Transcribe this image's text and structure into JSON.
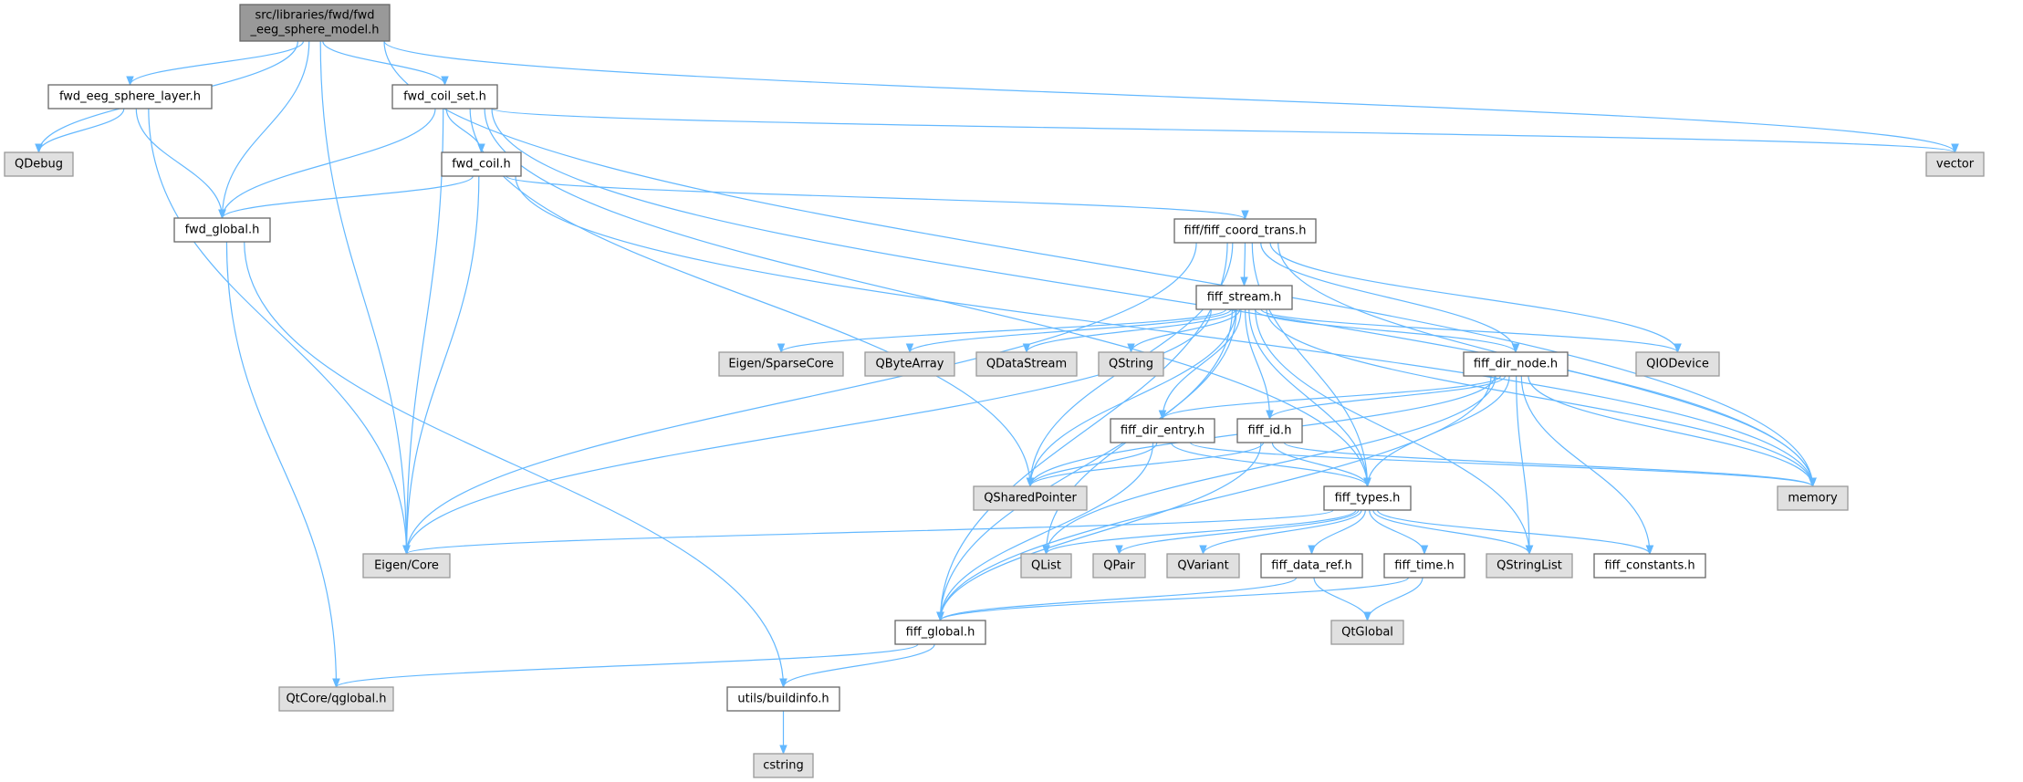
{
  "title": "src/libraries/fwd/fwd_eeg_sphere_model.h",
  "colors": {
    "edge": "#63b8ff",
    "root_fill": "#999999",
    "external_fill": "#e0e0e0",
    "local_fill": "#ffffff"
  },
  "nodes": [
    {
      "id": "root",
      "kind": "root",
      "lines": [
        "src/libraries/fwd/fwd",
        "_eeg_sphere_model.h"
      ]
    },
    {
      "id": "fwd_eeg_sphere_layer",
      "kind": "local",
      "label": "fwd_eeg_sphere_layer.h"
    },
    {
      "id": "QDebug",
      "kind": "external",
      "label": "QDebug"
    },
    {
      "id": "fwd_coil_set",
      "kind": "local",
      "label": "fwd_coil_set.h"
    },
    {
      "id": "fwd_coil",
      "kind": "local",
      "label": "fwd_coil.h"
    },
    {
      "id": "fwd_global",
      "kind": "local",
      "label": "fwd_global.h"
    },
    {
      "id": "vector",
      "kind": "external",
      "label": "vector"
    },
    {
      "id": "fiff_coord_trans",
      "kind": "local",
      "label": "fiff/fiff_coord_trans.h"
    },
    {
      "id": "fiff_stream",
      "kind": "local",
      "label": "fiff_stream.h"
    },
    {
      "id": "Eigen_SparseCore",
      "kind": "external",
      "label": "Eigen/SparseCore"
    },
    {
      "id": "QByteArray",
      "kind": "external",
      "label": "QByteArray"
    },
    {
      "id": "QDataStream",
      "kind": "external",
      "label": "QDataStream"
    },
    {
      "id": "QString",
      "kind": "external",
      "label": "QString"
    },
    {
      "id": "fiff_dir_node",
      "kind": "local",
      "label": "fiff_dir_node.h"
    },
    {
      "id": "QIODevice",
      "kind": "external",
      "label": "QIODevice"
    },
    {
      "id": "fiff_dir_entry",
      "kind": "local",
      "label": "fiff_dir_entry.h"
    },
    {
      "id": "fiff_id",
      "kind": "local",
      "label": "fiff_id.h"
    },
    {
      "id": "QSharedPointer",
      "kind": "external",
      "label": "QSharedPointer"
    },
    {
      "id": "fiff_types",
      "kind": "local",
      "label": "fiff_types.h"
    },
    {
      "id": "memory",
      "kind": "external",
      "label": "memory"
    },
    {
      "id": "Eigen_Core",
      "kind": "external",
      "label": "Eigen/Core"
    },
    {
      "id": "QList",
      "kind": "external",
      "label": "QList"
    },
    {
      "id": "QPair",
      "kind": "external",
      "label": "QPair"
    },
    {
      "id": "QVariant",
      "kind": "external",
      "label": "QVariant"
    },
    {
      "id": "fiff_data_ref",
      "kind": "local",
      "label": "fiff_data_ref.h"
    },
    {
      "id": "fiff_time",
      "kind": "local",
      "label": "fiff_time.h"
    },
    {
      "id": "QStringList",
      "kind": "external",
      "label": "QStringList"
    },
    {
      "id": "fiff_constants",
      "kind": "local",
      "label": "fiff_constants.h"
    },
    {
      "id": "fiff_global",
      "kind": "local",
      "label": "fiff_global.h"
    },
    {
      "id": "QtGlobal",
      "kind": "external",
      "label": "QtGlobal"
    },
    {
      "id": "QtCore_qglobal",
      "kind": "external",
      "label": "QtCore/qglobal.h"
    },
    {
      "id": "utils_buildinfo",
      "kind": "local",
      "label": "utils/buildinfo.h"
    },
    {
      "id": "cstring",
      "kind": "external",
      "label": "cstring"
    }
  ],
  "edges": [
    [
      "root",
      "QDebug"
    ],
    [
      "root",
      "fwd_eeg_sphere_layer"
    ],
    [
      "root",
      "fwd_global"
    ],
    [
      "root",
      "Eigen_Core"
    ],
    [
      "root",
      "fwd_coil_set"
    ],
    [
      "root",
      "vector"
    ],
    [
      "root",
      "memory"
    ],
    [
      "fwd_eeg_sphere_layer",
      "QDebug"
    ],
    [
      "fwd_eeg_sphere_layer",
      "fwd_global"
    ],
    [
      "fwd_eeg_sphere_layer",
      "Eigen_Core"
    ],
    [
      "fwd_coil_set",
      "fwd_global"
    ],
    [
      "fwd_coil_set",
      "Eigen_Core"
    ],
    [
      "fwd_coil_set",
      "QSharedPointer"
    ],
    [
      "fwd_coil_set",
      "fwd_coil"
    ],
    [
      "fwd_coil_set",
      "vector"
    ],
    [
      "fwd_coil_set",
      "fiff_types"
    ],
    [
      "fwd_coil_set",
      "memory"
    ],
    [
      "fwd_coil",
      "fwd_global"
    ],
    [
      "fwd_coil",
      "Eigen_Core"
    ],
    [
      "fwd_coil",
      "fiff_coord_trans"
    ],
    [
      "fwd_coil",
      "memory"
    ],
    [
      "fwd_global",
      "QtCore_qglobal"
    ],
    [
      "fwd_global",
      "utils_buildinfo"
    ],
    [
      "fiff_coord_trans",
      "fiff_stream"
    ],
    [
      "fiff_coord_trans",
      "Eigen_Core"
    ],
    [
      "fiff_coord_trans",
      "fiff_global"
    ],
    [
      "fiff_coord_trans",
      "QSharedPointer"
    ],
    [
      "fiff_coord_trans",
      "fiff_dir_node"
    ],
    [
      "fiff_coord_trans",
      "QIODevice"
    ],
    [
      "fiff_coord_trans",
      "fiff_types"
    ],
    [
      "fiff_coord_trans",
      "memory"
    ],
    [
      "fiff_stream",
      "Eigen_Core"
    ],
    [
      "fiff_stream",
      "fiff_global"
    ],
    [
      "fiff_stream",
      "Eigen_SparseCore"
    ],
    [
      "fiff_stream",
      "QByteArray"
    ],
    [
      "fiff_stream",
      "QDataStream"
    ],
    [
      "fiff_stream",
      "QString"
    ],
    [
      "fiff_stream",
      "QSharedPointer"
    ],
    [
      "fiff_stream",
      "QList"
    ],
    [
      "fiff_stream",
      "fiff_dir_entry"
    ],
    [
      "fiff_stream",
      "fiff_id"
    ],
    [
      "fiff_stream",
      "fiff_types"
    ],
    [
      "fiff_stream",
      "QStringList"
    ],
    [
      "fiff_stream",
      "fiff_dir_node"
    ],
    [
      "fiff_stream",
      "QIODevice"
    ],
    [
      "fiff_stream",
      "memory"
    ],
    [
      "fiff_dir_node",
      "fiff_dir_entry"
    ],
    [
      "fiff_dir_node",
      "fiff_id"
    ],
    [
      "fiff_dir_node",
      "fiff_types"
    ],
    [
      "fiff_dir_node",
      "QSharedPointer"
    ],
    [
      "fiff_dir_node",
      "QList"
    ],
    [
      "fiff_dir_node",
      "QStringList"
    ],
    [
      "fiff_dir_node",
      "fiff_constants"
    ],
    [
      "fiff_dir_node",
      "fiff_global"
    ],
    [
      "fiff_dir_node",
      "memory"
    ],
    [
      "fiff_dir_entry",
      "QSharedPointer"
    ],
    [
      "fiff_dir_entry",
      "fiff_types"
    ],
    [
      "fiff_dir_entry",
      "fiff_global"
    ],
    [
      "fiff_dir_entry",
      "memory"
    ],
    [
      "fiff_id",
      "QSharedPointer"
    ],
    [
      "fiff_id",
      "fiff_types"
    ],
    [
      "fiff_id",
      "fiff_global"
    ],
    [
      "fiff_id",
      "memory"
    ],
    [
      "fiff_types",
      "Eigen_Core"
    ],
    [
      "fiff_types",
      "QList"
    ],
    [
      "fiff_types",
      "QPair"
    ],
    [
      "fiff_types",
      "QVariant"
    ],
    [
      "fiff_types",
      "fiff_data_ref"
    ],
    [
      "fiff_types",
      "fiff_time"
    ],
    [
      "fiff_types",
      "QStringList"
    ],
    [
      "fiff_types",
      "fiff_constants"
    ],
    [
      "fiff_data_ref",
      "fiff_global"
    ],
    [
      "fiff_data_ref",
      "QtGlobal"
    ],
    [
      "fiff_time",
      "fiff_global"
    ],
    [
      "fiff_time",
      "QtGlobal"
    ],
    [
      "fiff_global",
      "QtCore_qglobal"
    ],
    [
      "fiff_global",
      "utils_buildinfo"
    ],
    [
      "utils_buildinfo",
      "cstring"
    ]
  ]
}
